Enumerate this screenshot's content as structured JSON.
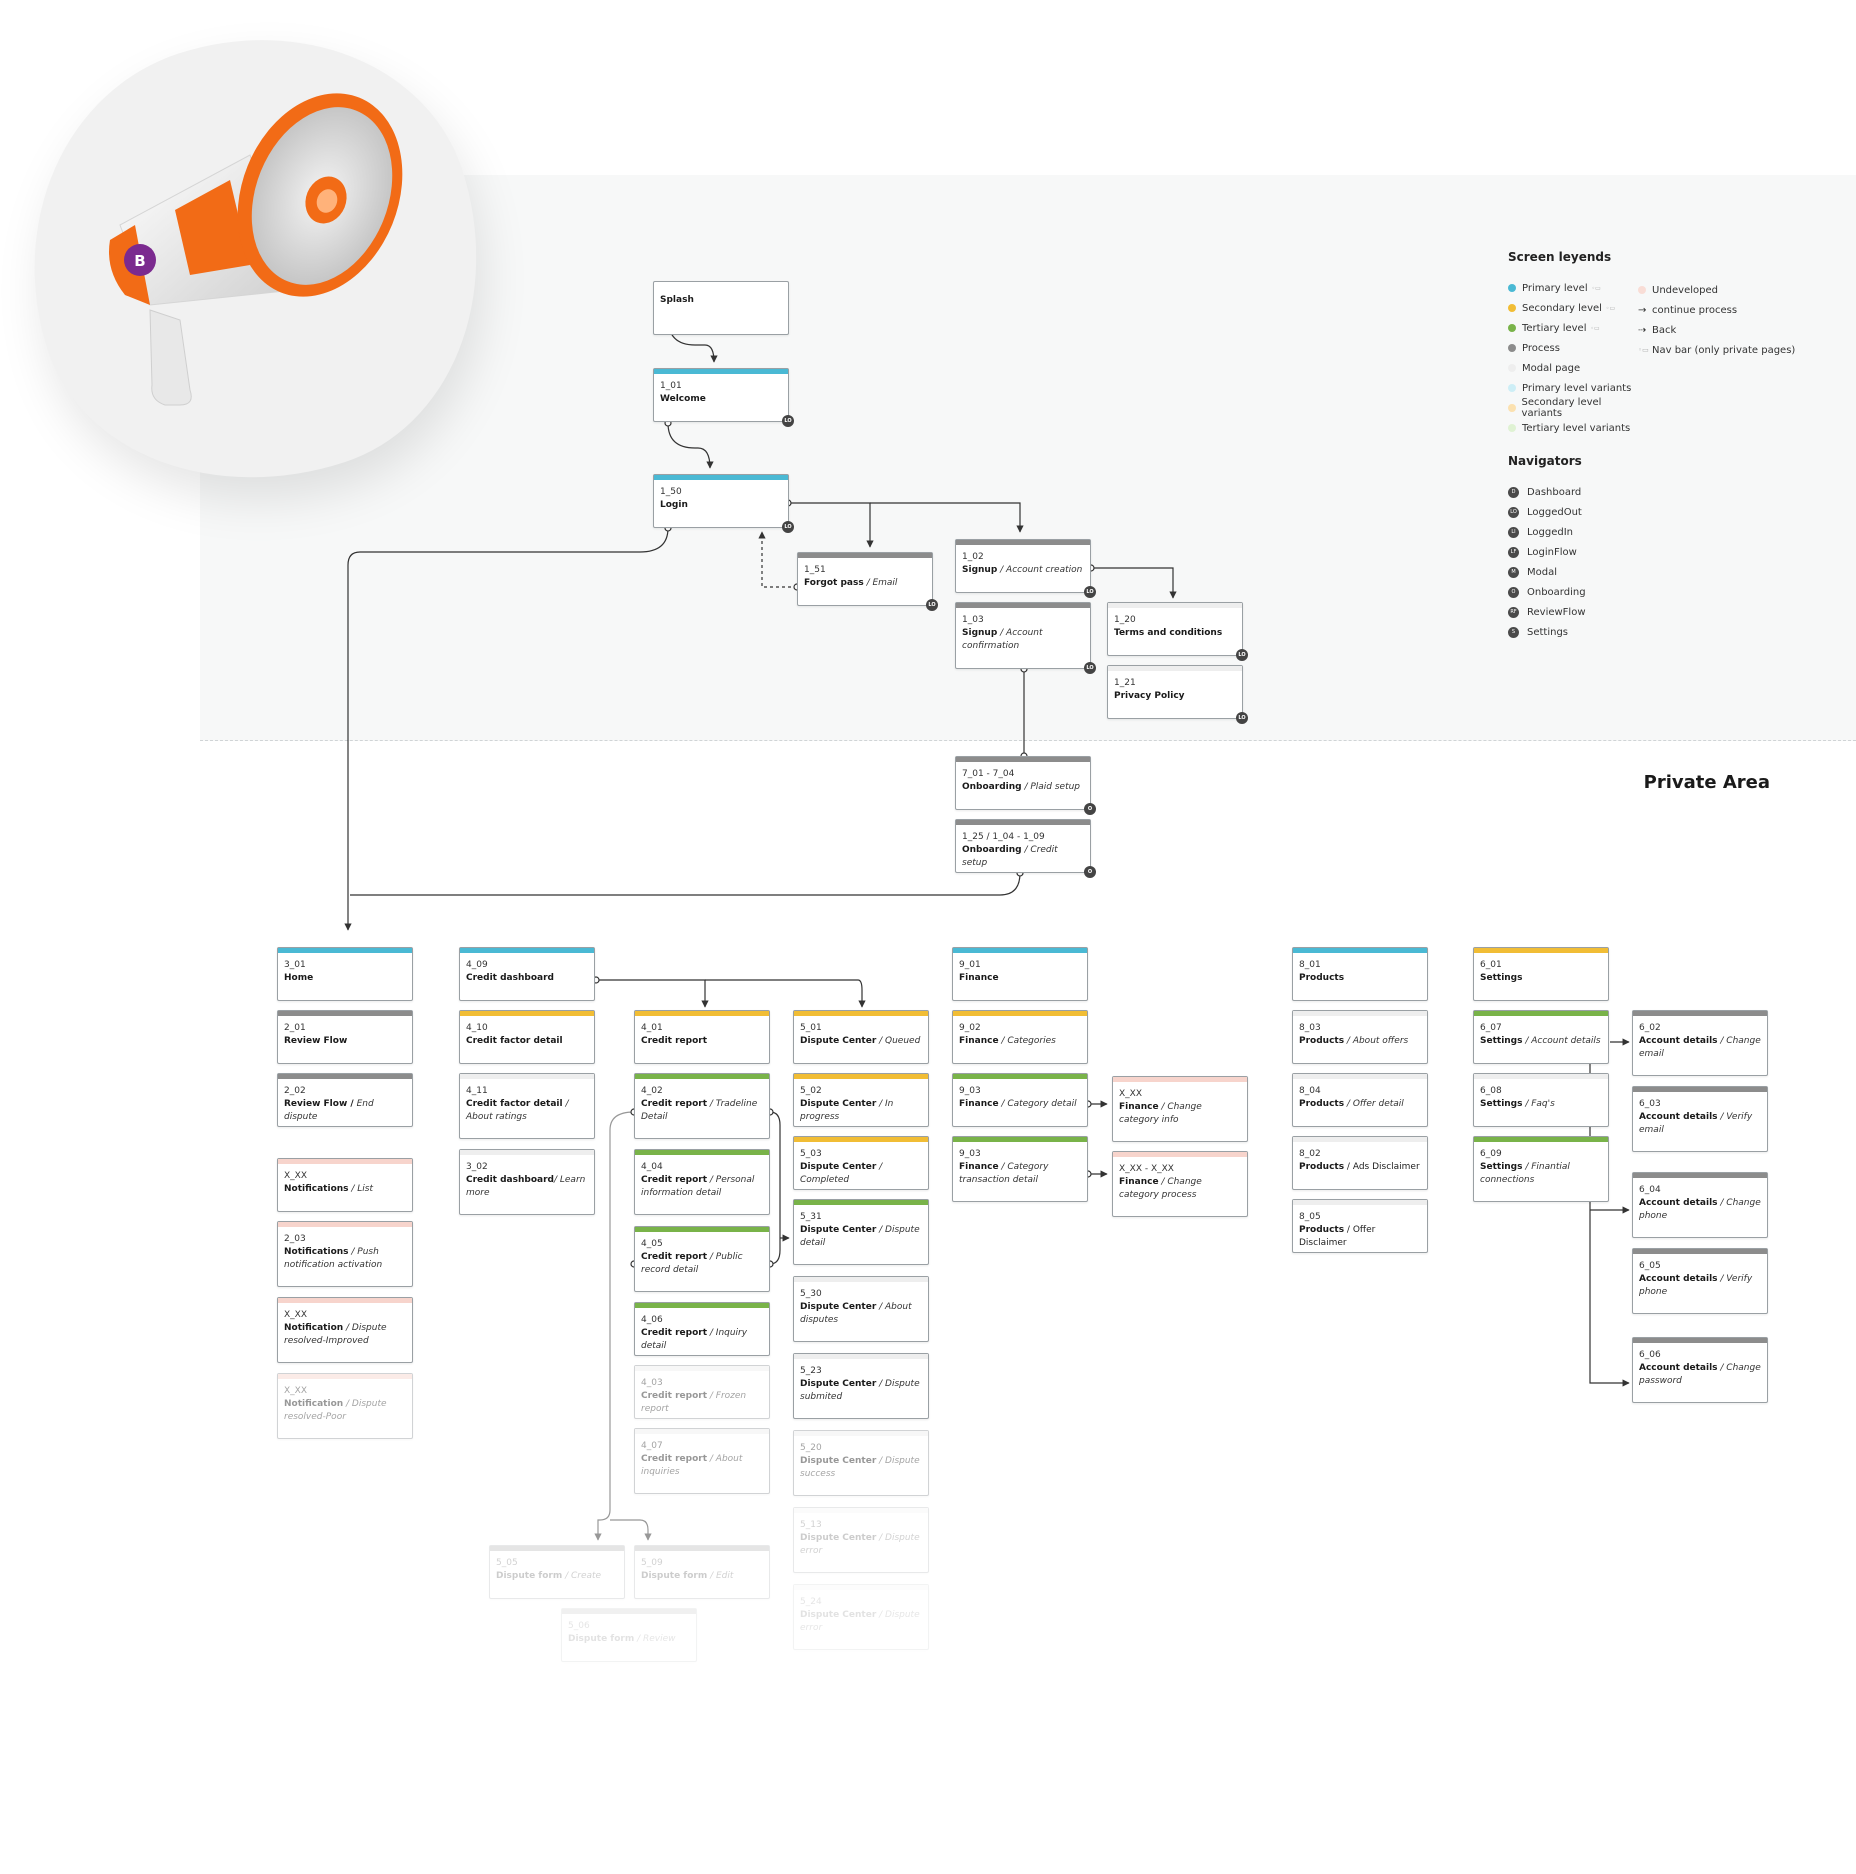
{
  "section_title": "Private Area",
  "logo_letter": "B",
  "legend": {
    "screen_heading": "Screen leyends",
    "screen_items": [
      {
        "label": "Primary level",
        "color": "#4ab9d4",
        "tag": "nav"
      },
      {
        "label": "Secondary level",
        "color": "#f1bd35",
        "tag": "nav"
      },
      {
        "label": "Tertiary level",
        "color": "#79b349",
        "tag": "nav"
      },
      {
        "label": "Process",
        "color": "#8c8c8c"
      },
      {
        "label": "Modal page",
        "color": "#eeeeee"
      },
      {
        "label": "Primary level variants",
        "color": "#cdeef6"
      },
      {
        "label": "Secondary level variants",
        "color": "#fbe1b0"
      },
      {
        "label": "Tertiary level variants",
        "color": "#dff2d3"
      }
    ],
    "screen_items_right": [
      {
        "label": "Undeveloped",
        "symbol": "dot",
        "color": "#f9ddd6"
      },
      {
        "label": "continue process",
        "symbol": "→"
      },
      {
        "label": "Back",
        "symbol": "⇢"
      },
      {
        "label": "Nav bar (only private pages)",
        "symbol": "nav"
      }
    ],
    "navigators_heading": "Navigators",
    "navigators": [
      {
        "label": "Dashboard",
        "abbr": "D"
      },
      {
        "label": "LoggedOut",
        "abbr": "LO"
      },
      {
        "label": "LoggedIn",
        "abbr": "LI"
      },
      {
        "label": "LoginFlow",
        "abbr": "LF"
      },
      {
        "label": "Modal",
        "abbr": "M"
      },
      {
        "label": "Onboarding",
        "abbr": "O"
      },
      {
        "label": "ReviewFlow",
        "abbr": "RF"
      },
      {
        "label": "Settings",
        "abbr": "S"
      }
    ]
  },
  "nodes": {
    "splash": {
      "code": "",
      "title": "Splash",
      "sub": ""
    },
    "welcome": {
      "code": "1_01",
      "title": "Welcome",
      "sub": "",
      "badge": "LO"
    },
    "login": {
      "code": "1_50",
      "title": "Login",
      "sub": "",
      "badge": "LO"
    },
    "forgot": {
      "code": "1_51",
      "title": "Forgot pass",
      "sub": " / Email",
      "badge": "LO"
    },
    "signup1": {
      "code": "1_02",
      "title": "Signup",
      "sub": " / Account creation",
      "badge": "LO"
    },
    "signup2": {
      "code": "1_03",
      "title": "Signup",
      "sub": " / Account confirmation",
      "badge": "LO"
    },
    "terms": {
      "code": "1_20",
      "title": "Terms and conditions",
      "sub": "",
      "badge": "LO"
    },
    "privacy": {
      "code": "1_21",
      "title": "Privacy Policy",
      "sub": "",
      "badge": "LO"
    },
    "onb1": {
      "code": "7_01 - 7_04",
      "title": "Onboarding",
      "sub": " / Plaid setup",
      "badge": "O"
    },
    "onb2": {
      "code": "1_25 / 1_04 - 1_09",
      "title": "Onboarding",
      "sub": " / Credit setup",
      "badge": "O"
    },
    "home": {
      "code": "3_01",
      "title": "Home",
      "sub": ""
    },
    "rf1": {
      "code": "2_01",
      "title": "Review Flow",
      "sub": ""
    },
    "rf2": {
      "code": "2_02",
      "title": "Review Flow /",
      "sub": " End dispute"
    },
    "notif1": {
      "code": "X_XX",
      "title": "Notifications",
      "sub": " / List"
    },
    "notif2": {
      "code": "2_03",
      "title": "Notifications",
      "sub": " / Push notification activation"
    },
    "notif3": {
      "code": "X_XX",
      "title": "Notification",
      "sub": " / Dispute resolved-Improved"
    },
    "notif4": {
      "code": "X_XX",
      "title": "Notification",
      "sub": " / Dispute resolved-Poor"
    },
    "cd": {
      "code": "4_09",
      "title": "Credit dashboard",
      "sub": ""
    },
    "cfd": {
      "code": "4_10",
      "title": "Credit factor detail",
      "sub": ""
    },
    "cfd2": {
      "code": "4_11",
      "title": "Credit factor detail",
      "sub": " / About ratings"
    },
    "cd2": {
      "code": "3_02",
      "title": "Credit dashboard",
      "sub": "/ Learn more"
    },
    "cr": {
      "code": "4_01",
      "title": "Credit report",
      "sub": ""
    },
    "cr2": {
      "code": "4_02",
      "title": "Credit report",
      "sub": " / Tradeline Detail"
    },
    "cr3": {
      "code": "4_04",
      "title": "Credit report",
      "sub": " / Personal information detail"
    },
    "cr4": {
      "code": "4_05",
      "title": "Credit report",
      "sub": " / Public record detail"
    },
    "cr5": {
      "code": "4_06",
      "title": "Credit report",
      "sub": " / Inquiry detail"
    },
    "cr6": {
      "code": "4_03",
      "title": "Credit report",
      "sub": " / Frozen report"
    },
    "cr7": {
      "code": "4_07",
      "title": "Credit report",
      "sub": " / About inquiries"
    },
    "dc1": {
      "code": "5_01",
      "title": "Dispute Center",
      "sub": " / Queued"
    },
    "dc2": {
      "code": "5_02",
      "title": "Dispute Center",
      "sub": " / In progress"
    },
    "dc3": {
      "code": "5_03",
      "title": "Dispute Center",
      "sub": " / Completed"
    },
    "dc4": {
      "code": "5_31",
      "title": "Dispute Center",
      "sub": " / Dispute detail"
    },
    "dc5": {
      "code": "5_30",
      "title": "Dispute Center",
      "sub": " / About disputes"
    },
    "dc6": {
      "code": "5_23",
      "title": "Dispute Center",
      "sub": " / Dispute submited"
    },
    "dc7": {
      "code": "5_20",
      "title": "Dispute Center",
      "sub": " / Dispute success"
    },
    "dc8": {
      "code": "5_13",
      "title": "Dispute Center",
      "sub": " / Dispute error"
    },
    "dc9": {
      "code": "5_24",
      "title": "Dispute Center",
      "sub": " / Dispute error"
    },
    "df1": {
      "code": "5_05",
      "title": "Dispute form",
      "sub": " / Create"
    },
    "df2": {
      "code": "5_09",
      "title": "Dispute form",
      "sub": " / Edit"
    },
    "df3": {
      "code": "5_06",
      "title": "Dispute form",
      "sub": " / Review"
    },
    "fin": {
      "code": "9_01",
      "title": "Finance",
      "sub": ""
    },
    "fin2": {
      "code": "9_02",
      "title": "Finance",
      "sub": " / Categories"
    },
    "fin3": {
      "code": "9_03",
      "title": "Finance",
      "sub": " / Category detail"
    },
    "fin4": {
      "code": "9_03",
      "title": "Finance",
      "sub": " / Category transaction detail"
    },
    "fin5": {
      "code": "X_XX",
      "title": "Finance",
      "sub": " / Change category info"
    },
    "fin6": {
      "code": "X_XX - X_XX",
      "title": "Finance",
      "sub": " / Change category process"
    },
    "prod": {
      "code": "8_01",
      "title": "Products",
      "sub": ""
    },
    "prod2": {
      "code": "8_03",
      "title": "Products",
      "sub": " / About offers"
    },
    "prod3": {
      "code": "8_04",
      "title": "Products",
      "sub": " / Offer detail"
    },
    "prod4": {
      "code": "8_02",
      "title": "Products",
      "sub": " / Ads Disclaimer"
    },
    "prod5": {
      "code": "8_05",
      "title": "Products",
      "sub": " / Offer Disclaimer"
    },
    "set": {
      "code": "6_01",
      "title": "Settings",
      "sub": ""
    },
    "set2": {
      "code": "6_07",
      "title": "Settings",
      "sub": " / Account details"
    },
    "set3": {
      "code": "6_08",
      "title": "Settings",
      "sub": " / Faq's"
    },
    "set4": {
      "code": "6_09",
      "title": "Settings",
      "sub": " / Finantial connections"
    },
    "acc1": {
      "code": "6_02",
      "title": "Account details",
      "sub": " / Change email"
    },
    "acc2": {
      "code": "6_03",
      "title": "Account details",
      "sub": " / Verify email"
    },
    "acc3": {
      "code": "6_04",
      "title": "Account details",
      "sub": " / Change phone"
    },
    "acc4": {
      "code": "6_05",
      "title": "Account details",
      "sub": " / Verify phone"
    },
    "acc5": {
      "code": "6_06",
      "title": "Account details",
      "sub": " / Change password"
    }
  }
}
